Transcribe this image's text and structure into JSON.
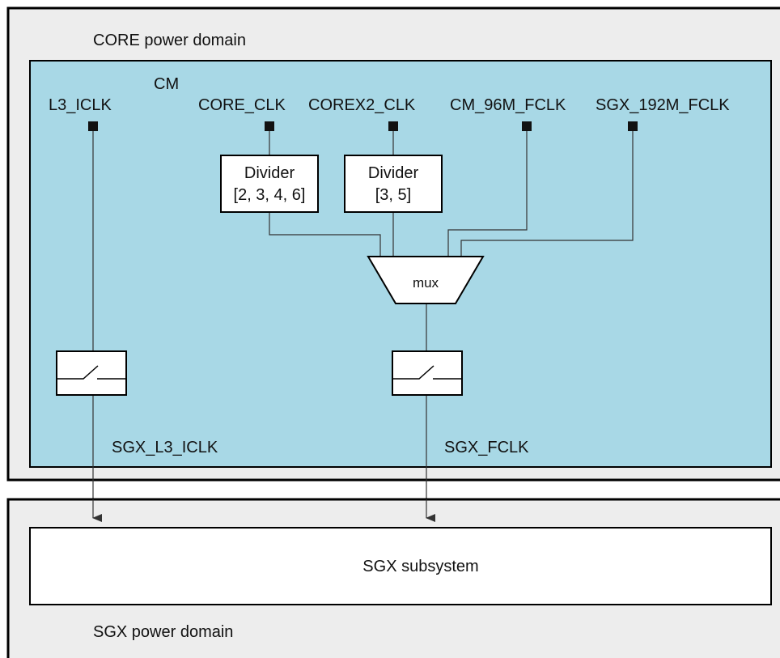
{
  "colors": {
    "domain_bg": "#EDEDED",
    "cm_bg": "#A8D8E6",
    "box_fill": "#FFFFFF",
    "stroke": "#000000",
    "wire": "#333333"
  },
  "core_domain": {
    "title": "CORE power domain"
  },
  "cm": {
    "title": "CM",
    "clocks": [
      "L3_ICLK",
      "CORE_CLK",
      "COREX2_CLK",
      "CM_96M_FCLK",
      "SGX_192M_FCLK"
    ]
  },
  "dividers": [
    {
      "title": "Divider",
      "values": "[2, 3, 4, 6]"
    },
    {
      "title": "Divider",
      "values": "[3, 5]"
    }
  ],
  "mux": {
    "label": "mux"
  },
  "outputs": {
    "iclk": "SGX_L3_ICLK",
    "fclk": "SGX_FCLK"
  },
  "sgx_subsystem": {
    "label": "SGX subsystem"
  },
  "sgx_domain": {
    "title": "SGX power domain"
  }
}
